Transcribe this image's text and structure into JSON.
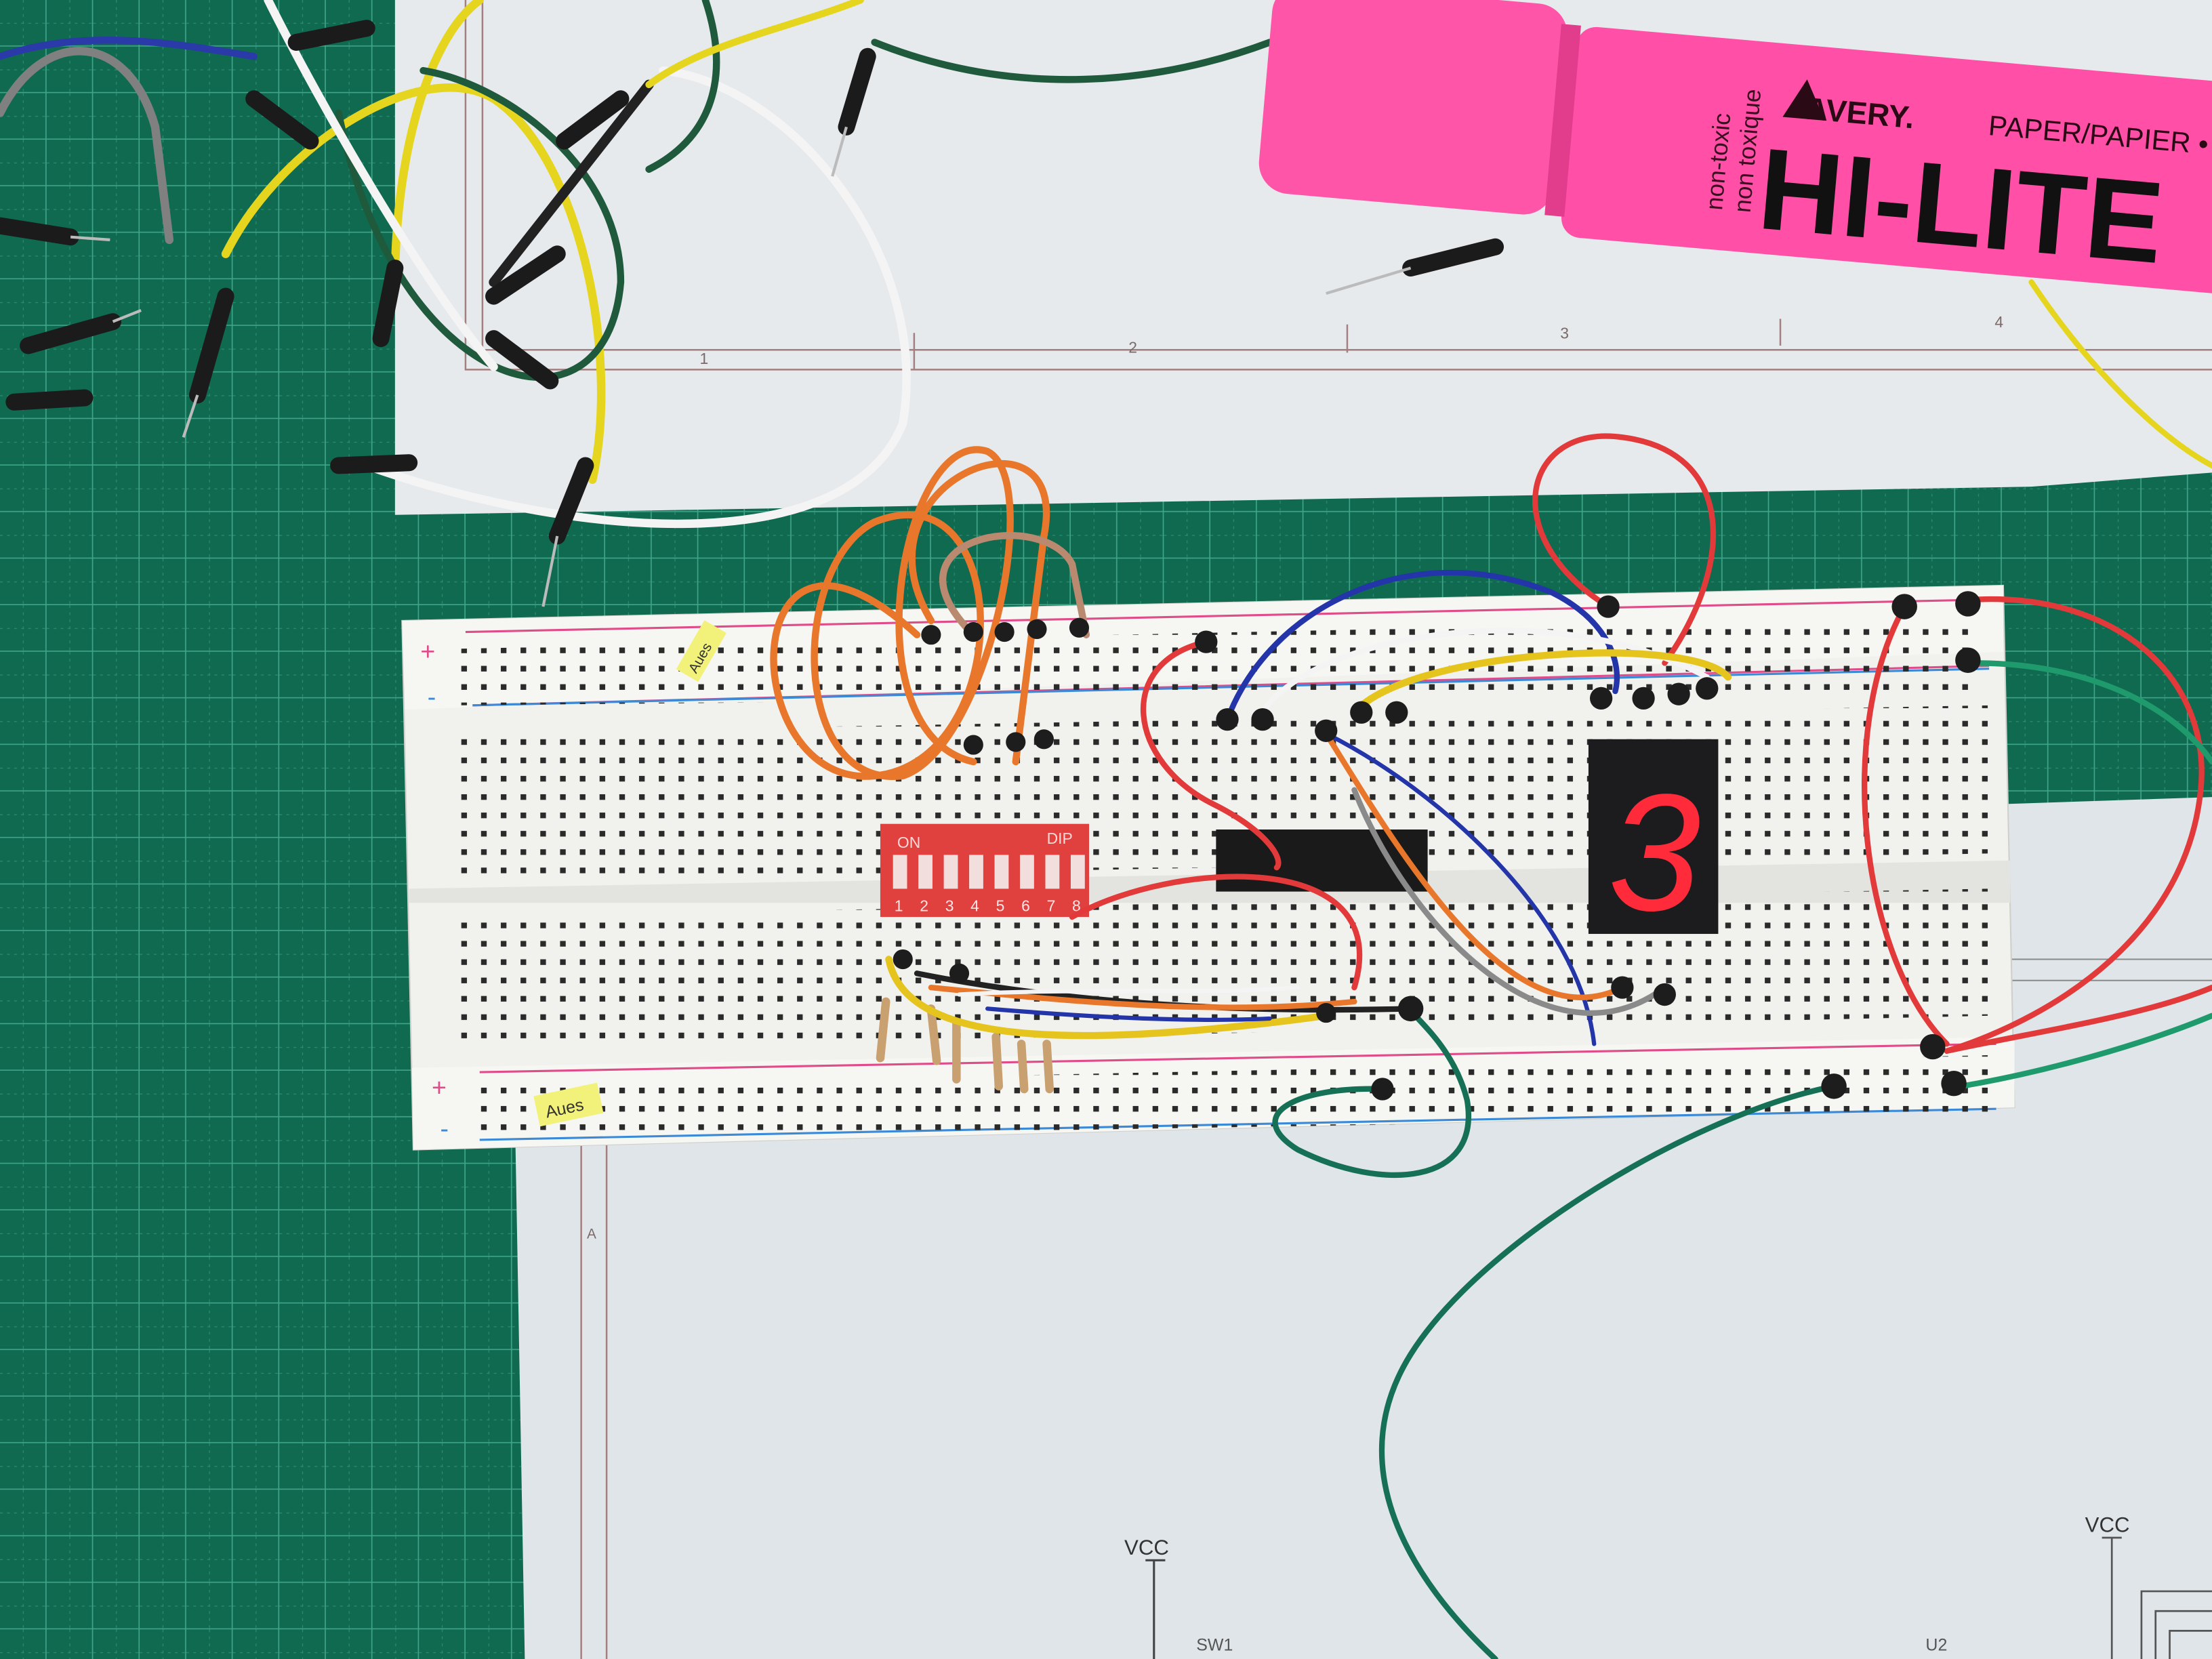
{
  "scene": {
    "colors": {
      "mat": "#0f6a50",
      "mat_grid": "#3fa58a",
      "paper": "#e9edef",
      "highlighter": "#ff4fa6",
      "breadboard": "#f1f1ee",
      "dip_switch": "#e0413f",
      "led_segment": "#ff2a3a"
    }
  },
  "highlighter": {
    "brand": "AVERY.",
    "product": "HI-LITE",
    "subtitle": "PAPER/PAPIER •",
    "line1": "non-toxic",
    "line2": "non toxique",
    "logo_icon": "avery-triangle-logo"
  },
  "schematic_top": {
    "columns": [
      "1",
      "2",
      "3",
      "4"
    ]
  },
  "schematic_bottom": {
    "row_label": "A",
    "vcc_left": "VCC",
    "vcc_right": "VCC",
    "sw_label": "SW1",
    "u_label": "U2"
  },
  "breadboard": {
    "plus": "+",
    "minus": "-",
    "tag_top": "Aues",
    "tag_bottom": "Aues"
  },
  "dip_switch": {
    "on_label": "ON",
    "dip_label": "DIP",
    "numbers": [
      "1",
      "2",
      "3",
      "4",
      "5",
      "6",
      "7",
      "8"
    ]
  },
  "seven_segment": {
    "digit": "3"
  }
}
